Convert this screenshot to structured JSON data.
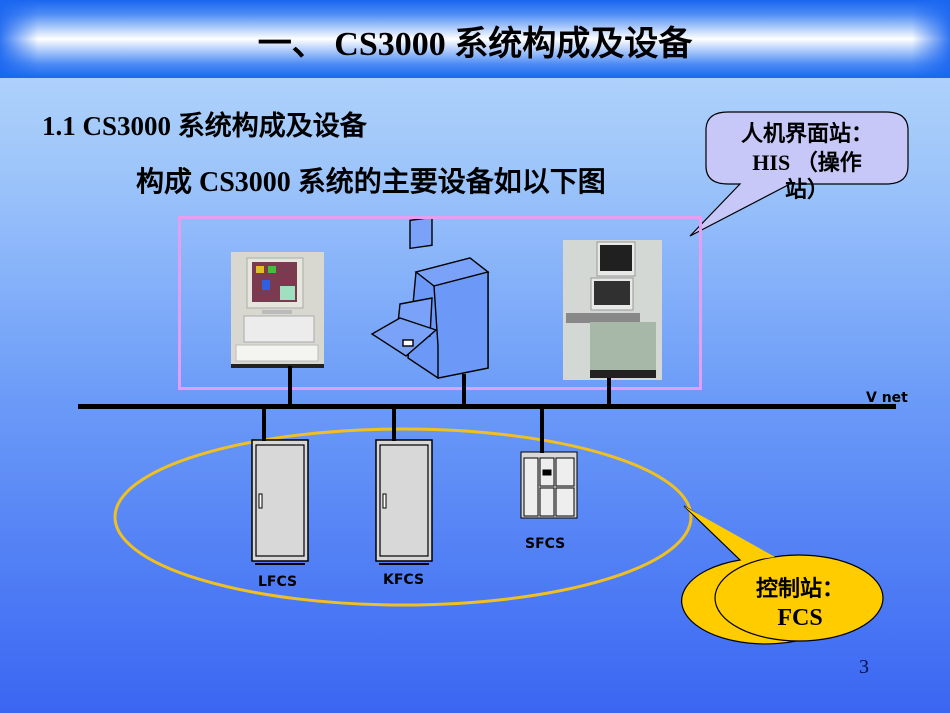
{
  "slide": {
    "title": "一、 CS3000 系统构成及设备",
    "heading": "1.1  CS3000 系统构成及设备",
    "subheading": "构成 CS3000 系统的主要设备如以下图",
    "page_number": "3"
  },
  "network": {
    "label": "V net"
  },
  "his_callout": {
    "line1": "人机界面站：",
    "line2": "HIS （操作",
    "line3": "站）",
    "fill": "#c8c8f8"
  },
  "fcs_callout": {
    "line1": "控制站：",
    "line2": "FCS",
    "fill": "#ffcc00"
  },
  "his_equipment": [
    {
      "name": "desktop-pc-his"
    },
    {
      "name": "console-cabinet-his"
    },
    {
      "name": "dual-monitor-console-his"
    }
  ],
  "fcs_equipment": [
    {
      "label": "LFCS"
    },
    {
      "label": "KFCS"
    },
    {
      "label": "SFCS"
    }
  ],
  "colors": {
    "his_group_border": "#e2a0f0",
    "fcs_group_border": "#f0c020",
    "bus": "#000000"
  }
}
